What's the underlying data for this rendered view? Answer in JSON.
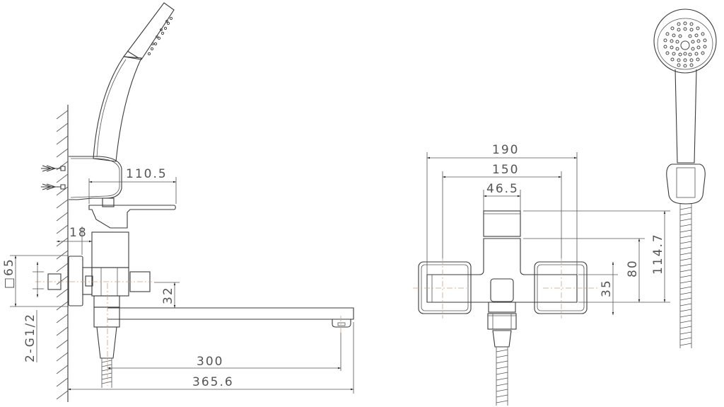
{
  "drawing": {
    "title": "Bath mixer with long spout and hand shower — dimensional drawing",
    "units": "mm",
    "colors": {
      "line": "#3a3a3a",
      "dimension": "#555555",
      "centerline": "#c9a48a",
      "background": "#ffffff"
    }
  },
  "side_view": {
    "dimensions": {
      "handle_reach": "110.5",
      "wall_offset": "18",
      "flange_square": "□65",
      "inlet_thread": "2-G1/2",
      "spout_drop": "32",
      "spout_reach": "300",
      "overall_length": "365.6"
    }
  },
  "front_view": {
    "dimensions": {
      "overall_width": "190",
      "inlet_centers": "150",
      "handle_width": "46.5",
      "height_total": "114.7",
      "height_body": "80",
      "bar_height": "35"
    }
  },
  "hand_shower_view": {
    "components": [
      "shower-head",
      "handle",
      "hose-connector",
      "flexible-hose"
    ]
  }
}
